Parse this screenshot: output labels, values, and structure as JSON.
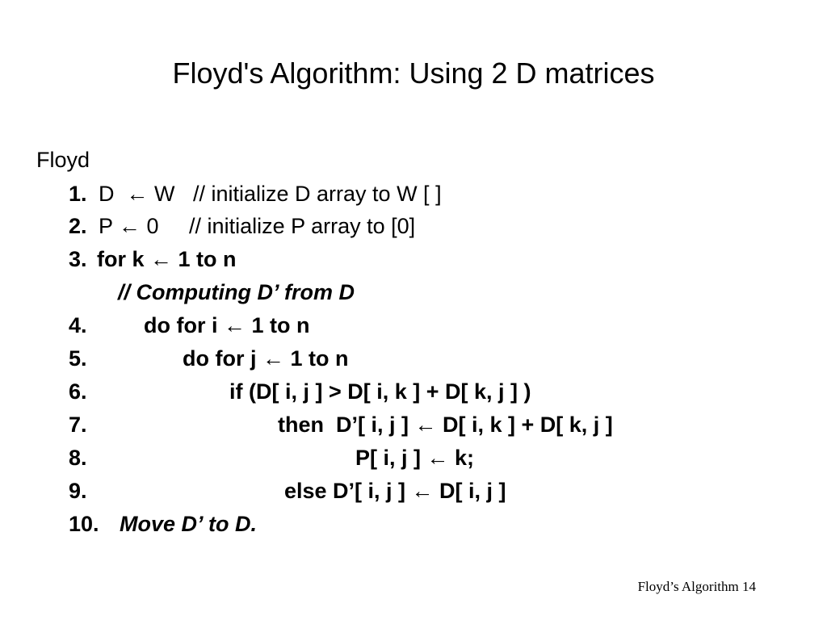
{
  "slide": {
    "title": "Floyd's Algorithm: Using 2 D matrices",
    "footer": "Floyd’s Algorithm 14"
  },
  "algorithm": {
    "name": "Floyd",
    "lines": [
      {
        "num": "1. ",
        "text": "D  ← W   // initialize D array to W [ ]"
      },
      {
        "num": "2.",
        "text": "P ← 0     // initialize P array to [0]"
      },
      {
        "num": "3. ",
        "text": "for k ← 1 to n"
      },
      {
        "num": "",
        "text": "// Computing D’ from D"
      },
      {
        "num": "4.",
        "text": "do for i ← 1 to n"
      },
      {
        "num": "5.",
        "text": "do for j ← 1 to n"
      },
      {
        "num": "6.",
        "text": "if (D[ i, j ] > D[ i, k ] + D[ k, j ] )"
      },
      {
        "num": "7.",
        "text": "then  D’[ i, j ] ← D[ i, k ] + D[ k, j ]"
      },
      {
        "num": "8.",
        "text": "P[ i, j ] ← k;"
      },
      {
        "num": "9.",
        "text": "else D’[ i, j ] ← D[ i, j ]"
      },
      {
        "num": "10.",
        "text": "Move D’ to D."
      }
    ]
  }
}
